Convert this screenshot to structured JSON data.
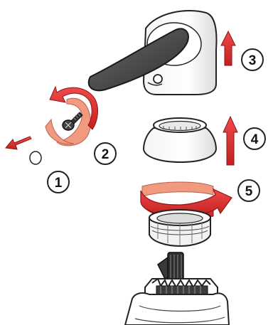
{
  "diagram": {
    "steps": [
      {
        "number": "1"
      },
      {
        "number": "2"
      },
      {
        "number": "3"
      },
      {
        "number": "4"
      },
      {
        "number": "5"
      }
    ],
    "colors": {
      "arrow_red": "#e53232",
      "arrow_dark_red": "#b81e1e",
      "band_salmon": "#f29a7f",
      "lever_dark": "#4a4a4a",
      "outline": "#222222",
      "part_white": "#ffffff"
    },
    "icons": [
      "screw-icon",
      "cap-icon",
      "lever-handle-icon",
      "cover-ring-icon",
      "nut-icon",
      "cartridge-icon"
    ]
  }
}
